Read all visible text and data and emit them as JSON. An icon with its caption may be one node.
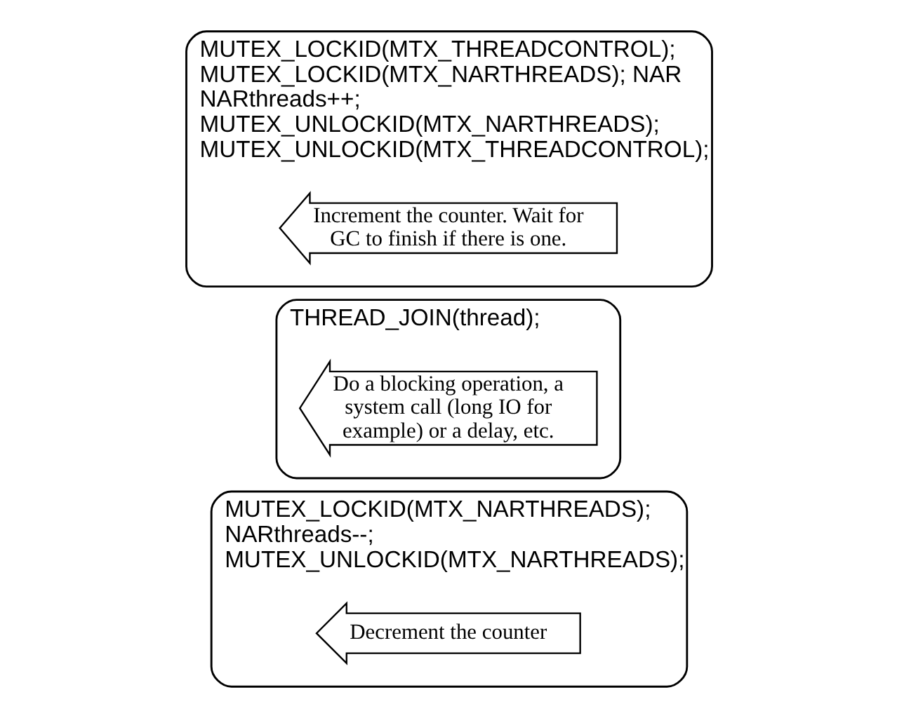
{
  "diagram": {
    "nodes": [
      {
        "text": [
          "MUTEX_LOCKID(MTX_NARTHREADS);",
          "NARthreads--;",
          "MUTEX_UNLOCKID(MTX_NARTHREADS);"
        ]
      },
      {
        "text": [
          "Decrement the counter"
        ],
        "in": 0
      },
      {
        "text": [
          "THREAD_JOIN(thread);"
        ]
      },
      {
        "text": [
          "Do a blocking operation, a system call (long IO for example) or a delay, etc."
        ],
        "in": 2
      },
      {
        "text": [
          "MUTEX_LOCKID(MTX_THREADCONTROL); MUTEX_LOCKID(MTX_NARTHREADS); NAR",
          "NARthreads++;",
          "MUTEX_UNLOCKID(MTX_NARTHREADS); MUTEX_UNLOCKID(MTX_THREADCONTROL);"
        ]
      },
      {
        "text": [
          "Increment the counter. Wait for GC to finish if there is one."
        ],
        "in": 4
      }
    ],
    "edges": []
  }
}
